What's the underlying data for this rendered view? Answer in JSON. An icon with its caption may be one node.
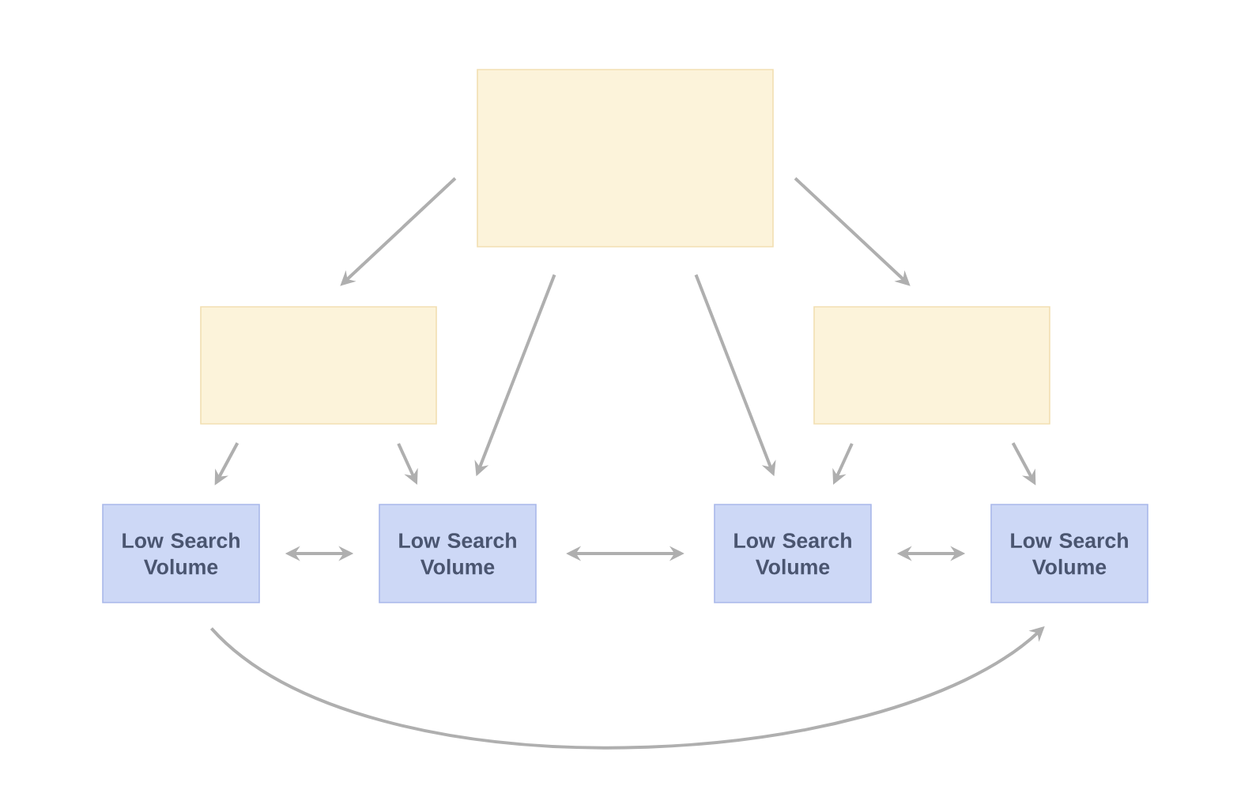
{
  "diagram": {
    "nodes": [
      {
        "text": [],
        "shape": "box"
      },
      {
        "text": [],
        "shape": "box"
      },
      {
        "text": [],
        "shape": "box"
      },
      {
        "text": [
          "Low Search Volume"
        ]
      },
      {
        "text": [
          "Low Search Volume"
        ]
      },
      {
        "text": [
          "Low Search Volume"
        ]
      },
      {
        "text": [
          "Low Search Volume"
        ]
      }
    ],
    "edges": [
      {
        "from": 0,
        "to": 1,
        "arrow": "to"
      },
      {
        "from": 0,
        "to": 4,
        "arrow": "to"
      },
      {
        "from": 0,
        "to": 5,
        "arrow": "to"
      },
      {
        "from": 0,
        "to": 2,
        "arrow": "to"
      },
      {
        "from": 1,
        "to": 3,
        "arrow": "to"
      },
      {
        "from": 1,
        "to": 4,
        "arrow": "to"
      },
      {
        "from": 2,
        "to": 5,
        "arrow": "to"
      },
      {
        "from": 2,
        "to": 6,
        "arrow": "to"
      },
      {
        "from": 3,
        "to": 4,
        "arrow": "both"
      },
      {
        "from": 4,
        "to": 5,
        "arrow": "both"
      },
      {
        "from": 5,
        "to": 6,
        "arrow": "both"
      },
      {
        "from": 3,
        "to": 6,
        "arrow": "to"
      }
    ]
  }
}
